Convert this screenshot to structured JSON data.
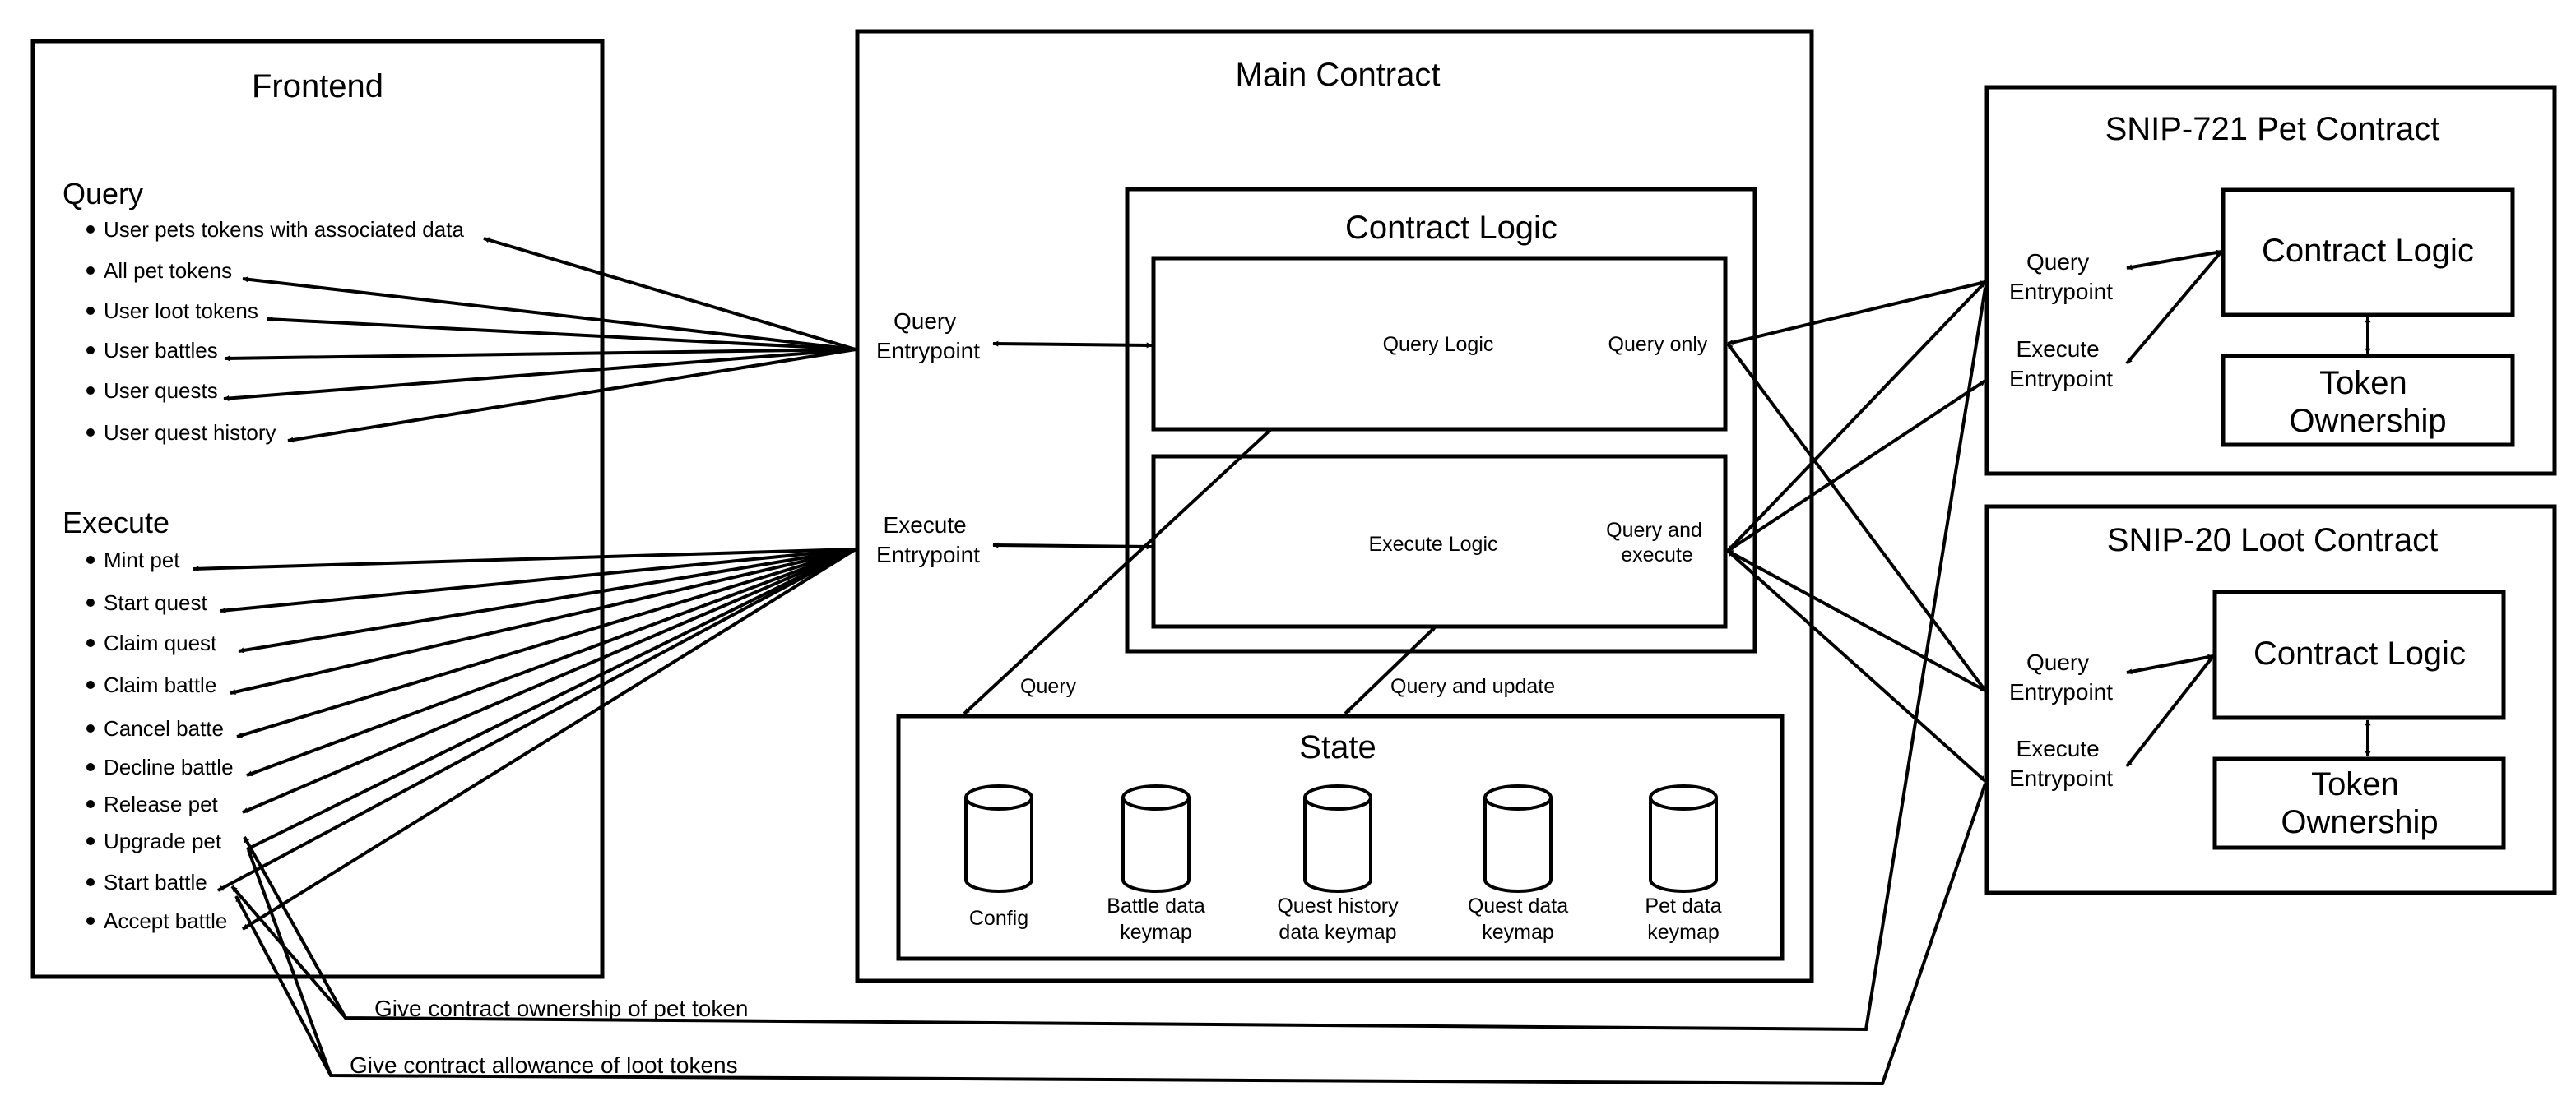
{
  "frontend": {
    "title": "Frontend",
    "query_heading": "Query",
    "query_items": [
      "User pets tokens with associated data",
      "All pet tokens",
      "User loot tokens",
      "User battles",
      "User quests",
      "User quest history"
    ],
    "execute_heading": "Execute",
    "execute_items": [
      "Mint pet",
      "Start quest",
      "Claim quest",
      "Claim battle",
      "Cancel batte",
      "Decline battle",
      "Release pet",
      "Upgrade pet",
      "Start battle",
      "Accept battle"
    ]
  },
  "main": {
    "title": "Main Contract",
    "query_entry": [
      "Query",
      "Entrypoint"
    ],
    "execute_entry": [
      "Execute",
      "Entrypoint"
    ],
    "logic_title": "Contract Logic",
    "query_logic": "Query Logic",
    "query_only": "Query only",
    "execute_logic": "Execute Logic",
    "query_and_execute": [
      "Query and",
      "execute"
    ],
    "query_label": "Query",
    "query_update_label": "Query and update",
    "state": {
      "title": "State",
      "stores": [
        [
          "Config"
        ],
        [
          "Battle data",
          "keymap"
        ],
        [
          "Quest history",
          "data keymap"
        ],
        [
          "Quest data",
          "keymap"
        ],
        [
          "Pet data",
          "keymap"
        ]
      ]
    }
  },
  "pet_contract": {
    "title": "SNIP-721 Pet Contract",
    "query_entry": [
      "Query",
      "Entrypoint"
    ],
    "execute_entry": [
      "Execute",
      "Entrypoint"
    ],
    "logic": "Contract Logic",
    "ownership": [
      "Token",
      "Ownership"
    ]
  },
  "loot_contract": {
    "title": "SNIP-20 Loot Contract",
    "query_entry": [
      "Query",
      "Entrypoint"
    ],
    "execute_entry": [
      "Execute",
      "Entrypoint"
    ],
    "logic": "Contract Logic",
    "ownership": [
      "Token",
      "Ownership"
    ]
  },
  "bottom_labels": {
    "ownership": "Give contract ownership of pet token",
    "allowance": "Give contract allowance of loot tokens"
  }
}
